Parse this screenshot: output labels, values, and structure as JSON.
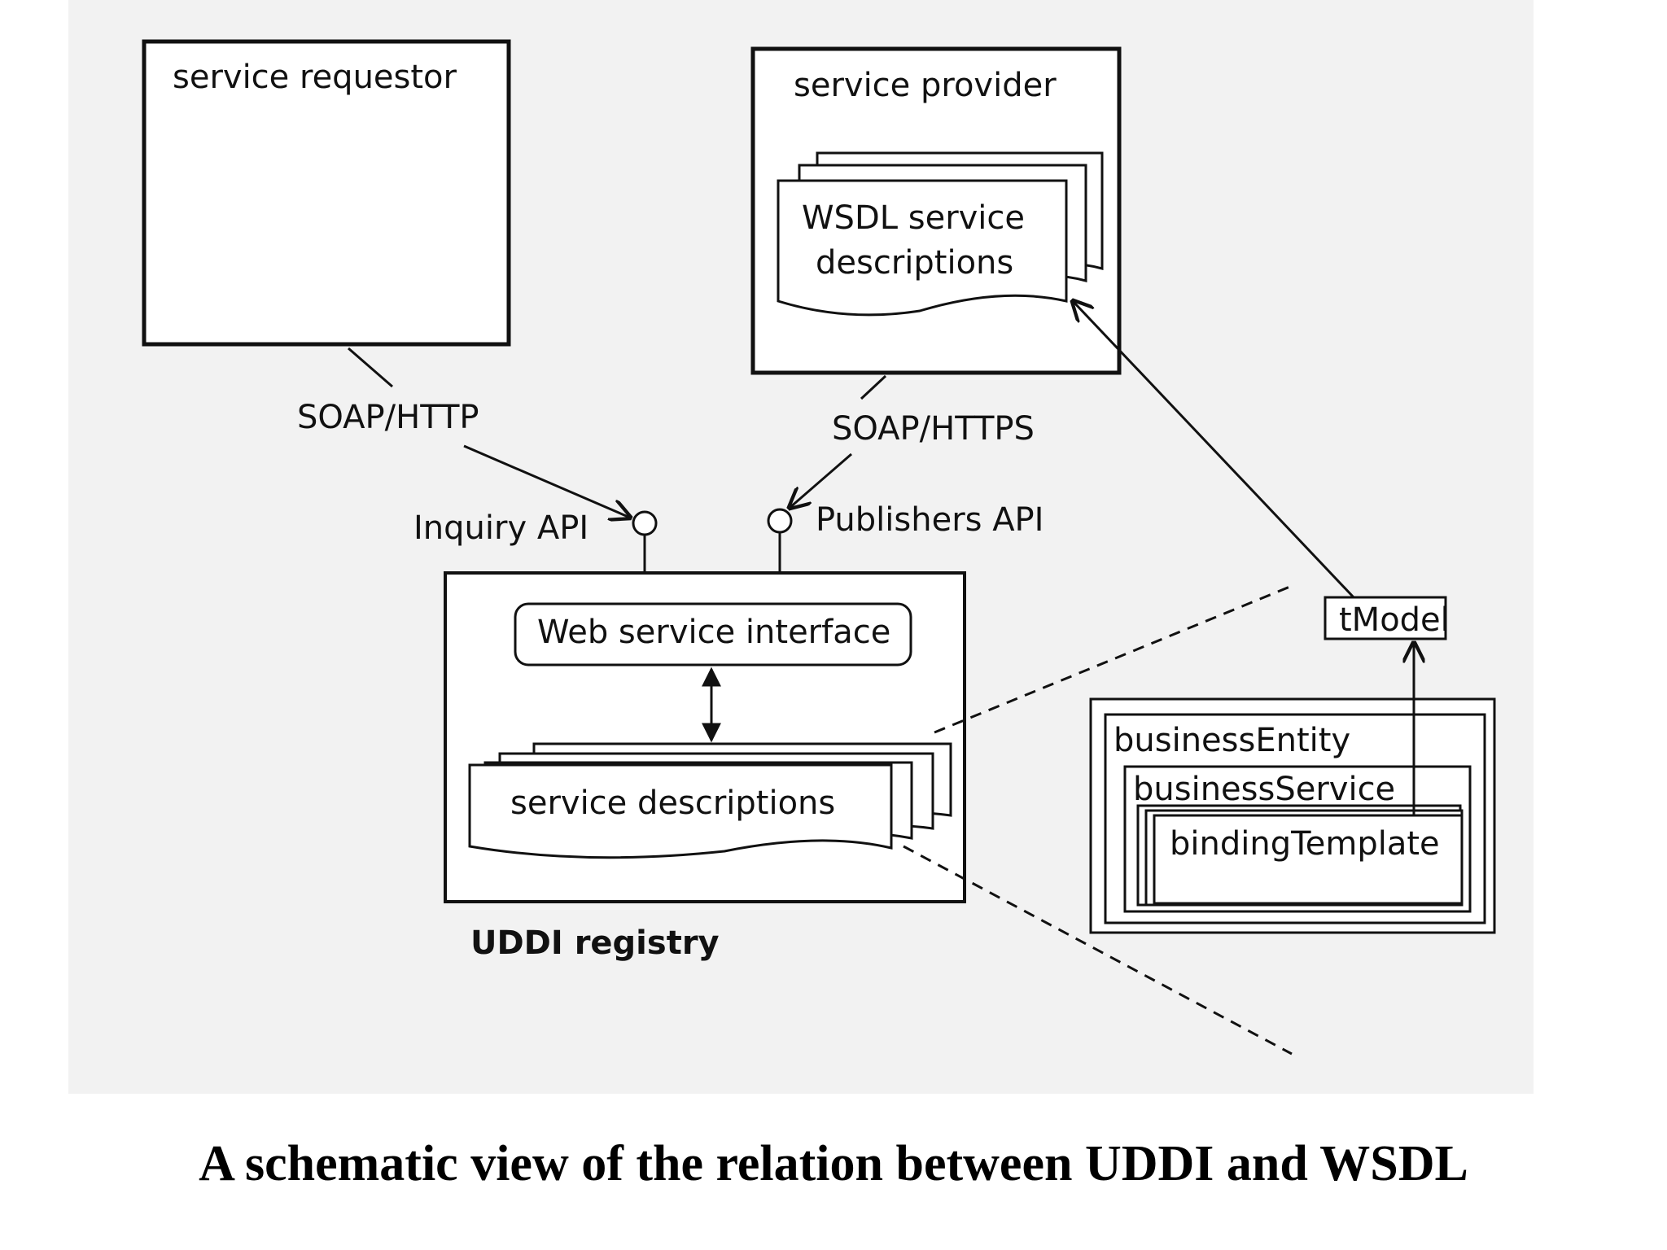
{
  "diagram": {
    "requestor_label": "service requestor",
    "provider_label": "service provider",
    "wsdl_line1": "WSDL service",
    "wsdl_line2": "descriptions",
    "soap_http_label": "SOAP/HTTP",
    "soap_https_label": "SOAP/HTTPS",
    "inquiry_api_label": "Inquiry API",
    "publishers_api_label": "Publishers API",
    "web_service_interface_label": "Web service interface",
    "service_descriptions_label": "service descriptions",
    "uddi_registry_label": "UDDI registry",
    "tmodel_label": "tModel",
    "business_entity_label": "businessEntity",
    "business_service_label": "businessService",
    "binding_template_label": "bindingTemplate"
  },
  "caption": "A schematic view of the relation between UDDI and WSDL",
  "colors": {
    "ink": "#111111",
    "scan_background": "#f2f2f2",
    "box_fill": "#ffffff"
  }
}
